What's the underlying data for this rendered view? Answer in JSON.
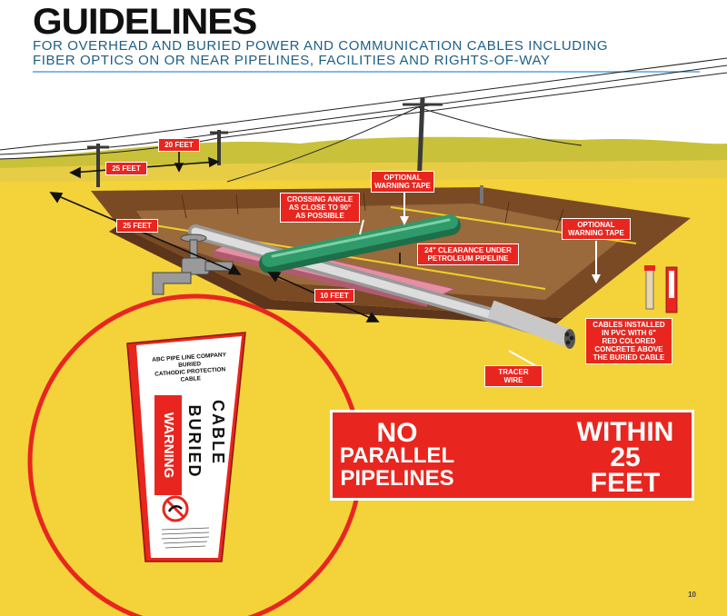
{
  "header": {
    "title": "GUIDELINES",
    "subtitle_lines": [
      "FOR OVERHEAD AND BURIED POWER AND COMMUNICATION CABLES INCLUDING",
      "FIBER OPTICS ON OR NEAR PIPELINES, FACILITIES AND RIGHTS-OF-WAY"
    ]
  },
  "labels": {
    "overhead_clearance": "20 FEET",
    "pole_distance": "25 FEET",
    "trench_distance": "25 FEET",
    "crossing_angle": "CROSSING ANGLE\nAS CLOSE TO 90°\nAS POSSIBLE",
    "optional_tape_left": "OPTIONAL\nWARNING TAPE",
    "optional_tape_right": "OPTIONAL\nWARNING TAPE",
    "clearance": "24\" CLEARANCE UNDER\nPETROLEUM PIPELINE",
    "parallel_distance": "10 FEET",
    "pvc_cables": "CABLES INSTALLED\nIN PVC WITH 6\"\nRED COLORED\nCONCRETE ABOVE\nTHE BURIED CABLE",
    "tracer_wire": "TRACER WIRE"
  },
  "marker": {
    "company_lines": [
      "ABC PIPE LINE COMPANY",
      "BURIED",
      "CATHODIC PROTECTION",
      "CABLE"
    ],
    "warning": "WARNING",
    "buried": "BURIED",
    "cable": "CABLE"
  },
  "no_parallel": {
    "left_lines": [
      "NO",
      "PARALLEL",
      "PIPELINES"
    ],
    "right_lines": [
      "WITHIN",
      "25",
      "FEET"
    ]
  },
  "page_number": "10",
  "colors": {
    "signal_red": "#e8261f",
    "ground_yellow": "#f4d23a",
    "subtitle_blue": "#1e5f86",
    "pipeline_green": "#2f9a6a"
  }
}
